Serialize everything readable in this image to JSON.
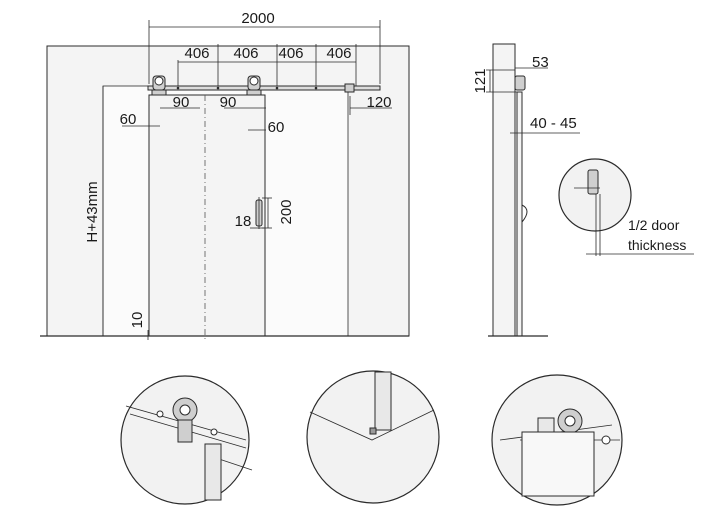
{
  "dimensions": {
    "total_width": "2000",
    "spacing_1": "406",
    "spacing_2": "406",
    "spacing_3": "406",
    "spacing_4": "406",
    "stop_left": "90",
    "stop_right": "90",
    "rail_overhang": "120",
    "left_offset": "60",
    "right_offset": "60",
    "height_label": "H+43mm",
    "floor_gap": "10",
    "handle_width": "18",
    "handle_height": "200",
    "side_top": "53",
    "side_height": "121",
    "side_gap": "40 - 45"
  },
  "notes": {
    "half_door_line1": "1/2 door",
    "half_door_line2": "thickness"
  },
  "colors": {
    "line": "#2b2b2b",
    "fill": "#f4f4f4"
  }
}
